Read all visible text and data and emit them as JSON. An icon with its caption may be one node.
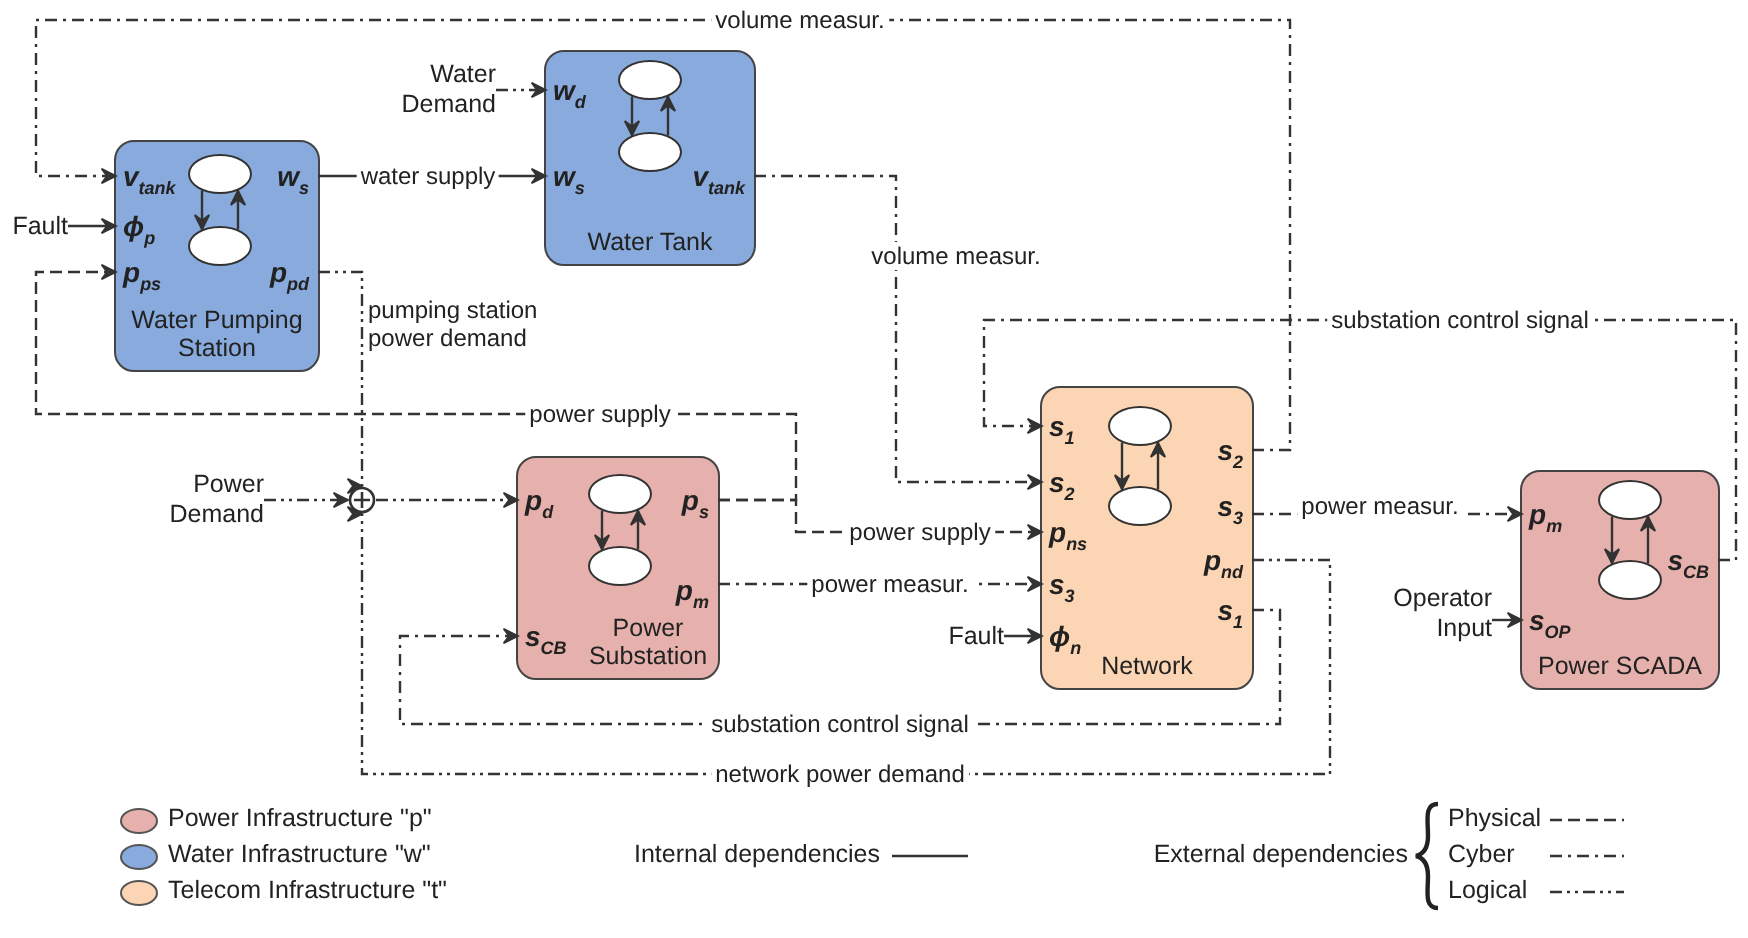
{
  "diagram": {
    "nodes": [
      {
        "text": [
          "Water Pumping Station"
        ]
      },
      {
        "text": [
          "v$_{tank}$"
        ],
        "in": 0
      },
      {
        "text": [
          "ϕ$_{p}$"
        ],
        "in": 0
      },
      {
        "text": [
          "p$_{ps}$"
        ],
        "in": 0
      },
      {
        "text": [
          "w$_{s}$"
        ],
        "in": 0
      },
      {
        "text": [
          "p$_{pd}$"
        ],
        "in": 0
      },
      {
        "text": [],
        "shape": "ellipse",
        "in": 0
      },
      {
        "text": [],
        "shape": "ellipse",
        "in": 0
      },
      {
        "text": [
          "Water Tank"
        ]
      },
      {
        "text": [
          "w$_{d}$"
        ],
        "in": 8
      },
      {
        "text": [
          "w$_{s}$"
        ],
        "in": 8
      },
      {
        "text": [
          "v$_{tank}$"
        ],
        "in": 8
      },
      {
        "text": [],
        "shape": "ellipse",
        "in": 8
      },
      {
        "text": [],
        "shape": "ellipse",
        "in": 8
      },
      {
        "text": [
          "Power Substation"
        ]
      },
      {
        "text": [
          "p$_{d}$"
        ],
        "in": 14
      },
      {
        "text": [
          "p$_{s}$"
        ],
        "in": 14
      },
      {
        "text": [
          "p$_{m}$"
        ],
        "in": 14
      },
      {
        "text": [
          "s$_{CB}$"
        ],
        "in": 14
      },
      {
        "text": [],
        "shape": "ellipse",
        "in": 14
      },
      {
        "text": [],
        "shape": "ellipse",
        "in": 14
      },
      {
        "text": [
          "Network"
        ]
      },
      {
        "text": [
          "s$_{1}$"
        ],
        "in": 21
      },
      {
        "text": [
          "s$_{2}$"
        ],
        "in": 21
      },
      {
        "text": [
          "p$_{ns}$"
        ],
        "in": 21
      },
      {
        "text": [
          "s$_{3}$"
        ],
        "in": 21
      },
      {
        "text": [
          "ϕ$_{n}$"
        ],
        "in": 21
      },
      {
        "text": [
          "s$_{2}$"
        ],
        "in": 21
      },
      {
        "text": [
          "s$_{3}$"
        ],
        "in": 21
      },
      {
        "text": [
          "p$_{nd}$"
        ],
        "in": 21
      },
      {
        "text": [
          "s$_{1}$"
        ],
        "in": 21
      },
      {
        "text": [],
        "shape": "ellipse",
        "in": 21
      },
      {
        "text": [],
        "shape": "ellipse",
        "in": 21
      },
      {
        "text": [
          "Power SCADA"
        ]
      },
      {
        "text": [
          "p$_{m}$"
        ],
        "in": 33
      },
      {
        "text": [
          "s$_{OP}$"
        ],
        "in": 33
      },
      {
        "text": [
          "s$_{CB}$"
        ],
        "in": 33
      },
      {
        "text": [],
        "shape": "ellipse",
        "in": 33
      },
      {
        "text": [],
        "shape": "ellipse",
        "in": 33
      },
      {
        "text": [
          "Water Demand"
        ]
      },
      {
        "text": [
          "Fault"
        ]
      },
      {
        "text": [
          "Power Demand"
        ]
      },
      {
        "text": [],
        "shape": "circle"
      },
      {
        "text": [
          "Fault"
        ]
      },
      {
        "text": [
          "Operator Input"
        ]
      }
    ],
    "edges": [
      {
        "from": 27,
        "to": 1,
        "arrow": "to",
        "label": "volume measur.",
        "style": "dashed"
      },
      {
        "from": 11,
        "to": 23,
        "arrow": "to",
        "label": "volume measur.",
        "style": "dashed"
      },
      {
        "from": 39,
        "to": 9,
        "arrow": "to",
        "style": "dashed"
      },
      {
        "from": 40,
        "to": 2,
        "arrow": "to"
      },
      {
        "from": 4,
        "to": 10,
        "arrow": "to",
        "label": "water supply"
      },
      {
        "from": 16,
        "to": 3,
        "arrow": "to",
        "label": "power supply",
        "style": "dashed"
      },
      {
        "from": 16,
        "to": 24,
        "arrow": "to",
        "label": "power supply",
        "style": "dashed"
      },
      {
        "from": 17,
        "to": 25,
        "arrow": "to",
        "label": "power measur.",
        "style": "dashed"
      },
      {
        "from": 43,
        "to": 26,
        "arrow": "to"
      },
      {
        "from": 5,
        "to": 42,
        "arrow": "to",
        "label": "pumping station power demand",
        "style": "dashed"
      },
      {
        "from": 41,
        "to": 42,
        "arrow": "to",
        "style": "dashed"
      },
      {
        "from": 42,
        "to": 15,
        "arrow": "to",
        "style": "dashed"
      },
      {
        "from": 29,
        "to": 42,
        "arrow": "to",
        "label": "network power demand",
        "style": "dashed"
      },
      {
        "from": 30,
        "to": 18,
        "arrow": "to",
        "label": "substation control signal",
        "style": "dashed"
      },
      {
        "from": 36,
        "to": 22,
        "arrow": "to",
        "label": "substation control signal",
        "style": "dashed"
      },
      {
        "from": 28,
        "to": 34,
        "arrow": "to",
        "label": "power measur.",
        "style": "dashed"
      },
      {
        "from": 44,
        "to": 35,
        "arrow": "to"
      },
      {
        "from": 6,
        "to": 7,
        "arrow": "to"
      },
      {
        "from": 7,
        "to": 6,
        "arrow": "to"
      },
      {
        "from": 12,
        "to": 13,
        "arrow": "to"
      },
      {
        "from": 13,
        "to": 12,
        "arrow": "to"
      },
      {
        "from": 19,
        "to": 20,
        "arrow": "to"
      },
      {
        "from": 20,
        "to": 19,
        "arrow": "to"
      },
      {
        "from": 31,
        "to": 32,
        "arrow": "to"
      },
      {
        "from": 32,
        "to": 31,
        "arrow": "to"
      },
      {
        "from": 37,
        "to": 38,
        "arrow": "to"
      },
      {
        "from": 38,
        "to": 37,
        "arrow": "to"
      }
    ],
    "labels": [
      "External dependencies"
    ],
    "legend": [
      {
        "text": "Power Infrastructure \"p\"",
        "color": "#e6b0ac"
      },
      {
        "text": "Water Infrastructure \"w\"",
        "color": "#88aadc"
      },
      {
        "text": "Telecom Infrastructure \"t\"",
        "color": "#fcd6b4"
      },
      {
        "text": "Internal dependencies"
      },
      {
        "text": "Physical"
      },
      {
        "text": "Cyber"
      },
      {
        "text": "Logical"
      }
    ]
  }
}
